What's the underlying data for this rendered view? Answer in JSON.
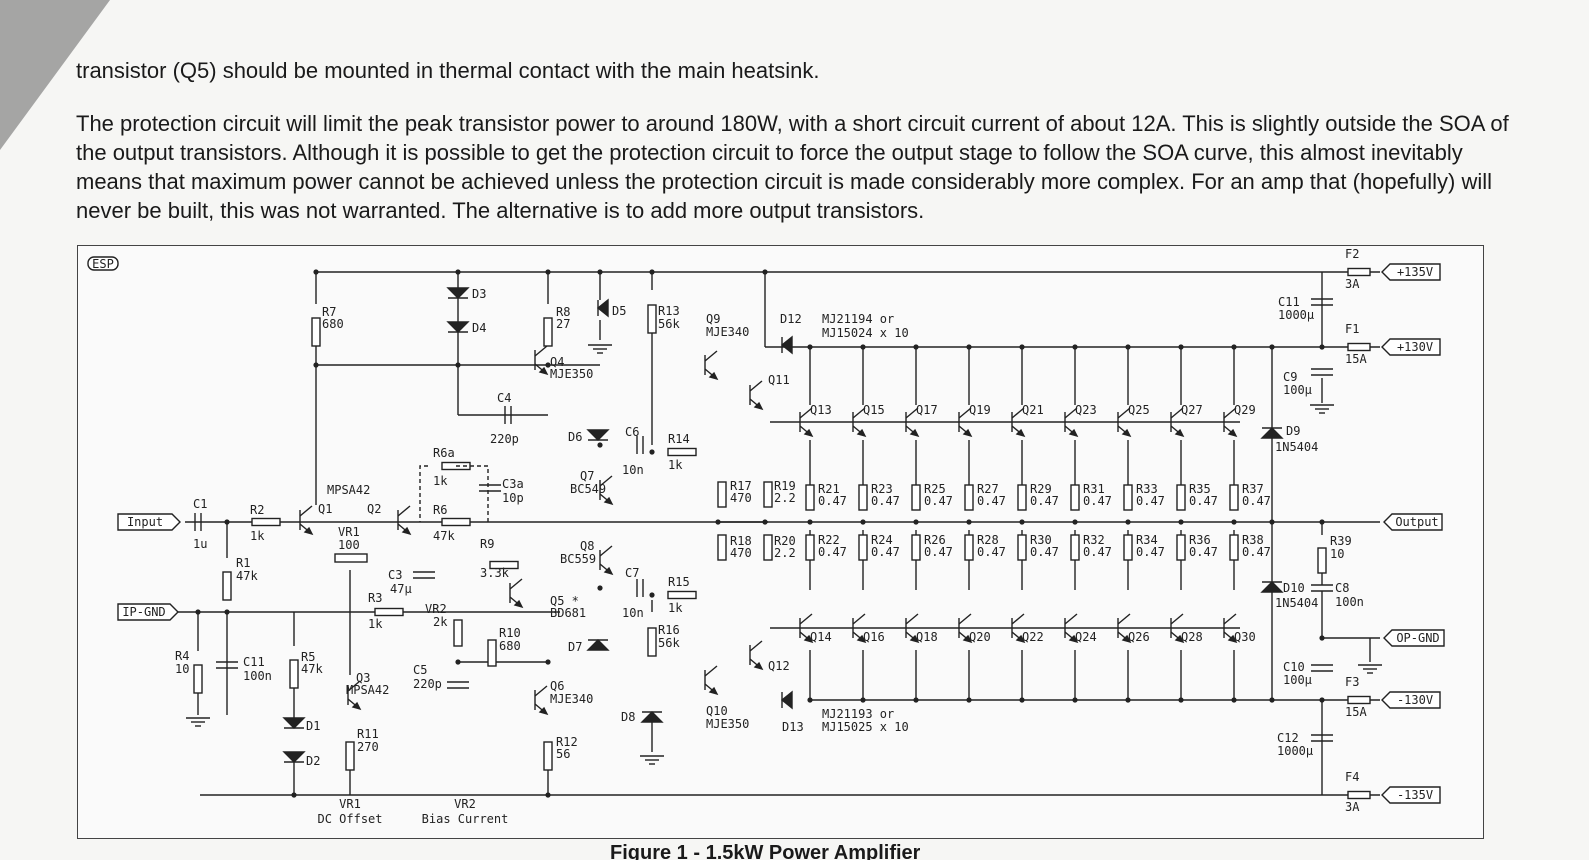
{
  "text": {
    "para1": "transistor (Q5) should be mounted in thermal contact with the main heatsink.",
    "para2": "The protection circuit will limit the peak transistor power to around 180W, with a short circuit current of about 12A. This is slightly outside the SOA of the output transistors. Although it is possible to get the protection circuit to force the output stage to follow the SOA curve, this almost inevitably means that maximum power cannot be achieved unless the protection circuit is made considerably more complex. For an amp that (hopefully) will never be built, this was not warranted. The alternative is to add more output transistors.",
    "caption": "Figure 1 - 1.5kW Power Amplifier"
  },
  "schematic": {
    "logo": "ESP",
    "terminals": {
      "input": "Input",
      "ip_gnd": "IP-GND",
      "output": "Output",
      "op_gnd": "OP-GND",
      "pos135": "+135V",
      "pos130": "+130V",
      "neg130": "-130V",
      "neg135": "-135V"
    },
    "fuses": {
      "f2": "F2",
      "f2_val": "3A",
      "f1": "F1",
      "f1_val": "15A",
      "f3": "F3",
      "f3_val": "15A",
      "f4": "F4",
      "f4_val": "3A"
    },
    "caps": {
      "c1": "C1",
      "c1_val": "1u",
      "c11a": "C11",
      "c11a_val": "100n",
      "c3": "C3",
      "c3_val": "47µ",
      "c3a": "C3a",
      "c3a_val": "10p",
      "c4": "C4",
      "c4_val": "220p",
      "c5": "C5",
      "c5_val": "220p",
      "c6": "C6",
      "c6_val": "10n",
      "c7": "C7",
      "c7_val": "10n",
      "c8": "C8",
      "c8_val": "100n",
      "c9": "C9",
      "c9_val": "100µ",
      "c10": "C10",
      "c10_val": "100µ",
      "c11": "C11",
      "c11_val": "1000µ",
      "c12": "C12",
      "c12_val": "1000µ"
    },
    "resistors": {
      "r1": "R1",
      "r1_val": "47k",
      "r2": "R2",
      "r2_val": "1k",
      "r3": "R3",
      "r3_val": "1k",
      "r4": "R4",
      "r4_val": "10",
      "r5": "R5",
      "r5_val": "47k",
      "r6": "R6",
      "r6_val": "47k",
      "r6a": "R6a",
      "r6a_val": "1k",
      "r7": "R7",
      "r7_val": "680",
      "r8": "R8",
      "r8_val": "27",
      "r9": "R9",
      "r9_val": "3.3k",
      "r10": "R10",
      "r10_val": "680",
      "r11": "R11",
      "r11_val": "270",
      "r12": "R12",
      "r12_val": "56",
      "r13": "R13",
      "r13_val": "56k",
      "r14": "R14",
      "r14_val": "1k",
      "r15": "R15",
      "r15_val": "1k",
      "r16": "R16",
      "r16_val": "56k",
      "r17": "R17",
      "r17_val": "470",
      "r18": "R18",
      "r18_val": "470",
      "r19": "R19",
      "r19_val": "2.2",
      "r20": "R20",
      "r20_val": "2.2",
      "r39": "R39",
      "r39_val": "10",
      "emitter_val": "0.47"
    },
    "pots": {
      "vr1": "VR1",
      "vr1_val": "100",
      "vr2": "VR2",
      "vr2_val": "2k",
      "vr1_note_a": "VR1",
      "vr1_note_b": "DC Offset",
      "vr2_note_a": "VR2",
      "vr2_note_b": "Bias Current"
    },
    "diodes": {
      "d1": "D1",
      "d2": "D2",
      "d3": "D3",
      "d4": "D4",
      "d5": "D5",
      "d6": "D6",
      "d7": "D7",
      "d8": "D8",
      "d9": "D9",
      "d9_type": "1N5404",
      "d10": "D10",
      "d10_type": "1N5404",
      "d12": "D12",
      "d13": "D13"
    },
    "transistors": {
      "q1": "Q1",
      "q2": "Q2",
      "q1q2_type": "MPSA42",
      "q3": "Q3",
      "q3_type": "MPSA42",
      "q4": "Q4",
      "q4_type": "MJE350",
      "q5": "Q5 *",
      "q5_type": "BD681",
      "q6": "Q6",
      "q6_type": "MJE340",
      "q7": "Q7",
      "q7_type": "BC549",
      "q8": "Q8",
      "q8_type": "BC559",
      "q9": "Q9",
      "q9_type": "MJE340",
      "q10": "Q10",
      "q10_type": "MJE350",
      "q11": "Q11",
      "q12": "Q12",
      "top_out_a": "MJ21194 or",
      "top_out_b": "MJ15024 x 10",
      "bot_out_a": "MJ21193 or",
      "bot_out_b": "MJ15025 x 10"
    },
    "output_columns": [
      {
        "qt": "Q13",
        "qb": "Q14",
        "rt": "R21",
        "rb": "R22"
      },
      {
        "qt": "Q15",
        "qb": "Q16",
        "rt": "R23",
        "rb": "R24"
      },
      {
        "qt": "Q17",
        "qb": "Q18",
        "rt": "R25",
        "rb": "R26"
      },
      {
        "qt": "Q19",
        "qb": "Q20",
        "rt": "R27",
        "rb": "R28"
      },
      {
        "qt": "Q21",
        "qb": "Q22",
        "rt": "R29",
        "rb": "R30"
      },
      {
        "qt": "Q23",
        "qb": "Q24",
        "rt": "R31",
        "rb": "R32"
      },
      {
        "qt": "Q25",
        "qb": "Q26",
        "rt": "R33",
        "rb": "R34"
      },
      {
        "qt": "Q27",
        "qb": "Q28",
        "rt": "R35",
        "rb": "R36"
      },
      {
        "qt": "Q29",
        "qb": "Q30",
        "rt": "R37",
        "rb": "R38"
      }
    ]
  }
}
